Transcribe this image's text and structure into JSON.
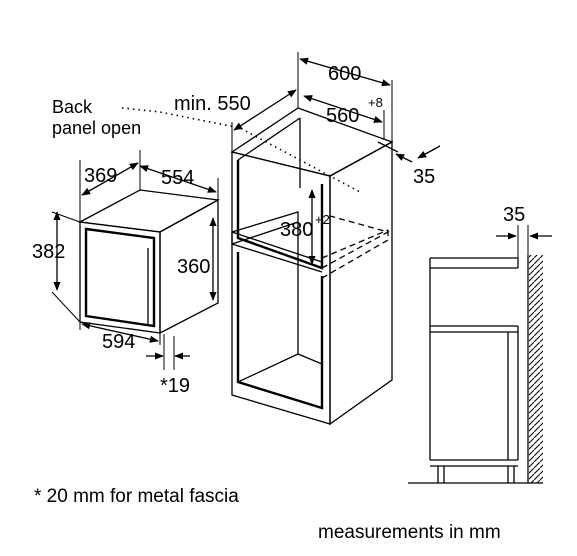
{
  "labels": {
    "back_panel_line1": "Back",
    "back_panel_line2": "panel open",
    "min_550": "min. 550",
    "dim_600": "600",
    "dim_560": "560",
    "dim_560_tol": "+8",
    "dim_35_top": "35",
    "dim_369": "369",
    "dim_554": "554",
    "dim_382": "382",
    "dim_360": "360",
    "dim_594": "594",
    "dim_19": "*19",
    "dim_380": "380",
    "dim_380_tol": "+2",
    "dim_35_side": "35"
  },
  "notes": {
    "metal_fascia": "* 20 mm for metal fascia",
    "units": "measurements in mm"
  }
}
